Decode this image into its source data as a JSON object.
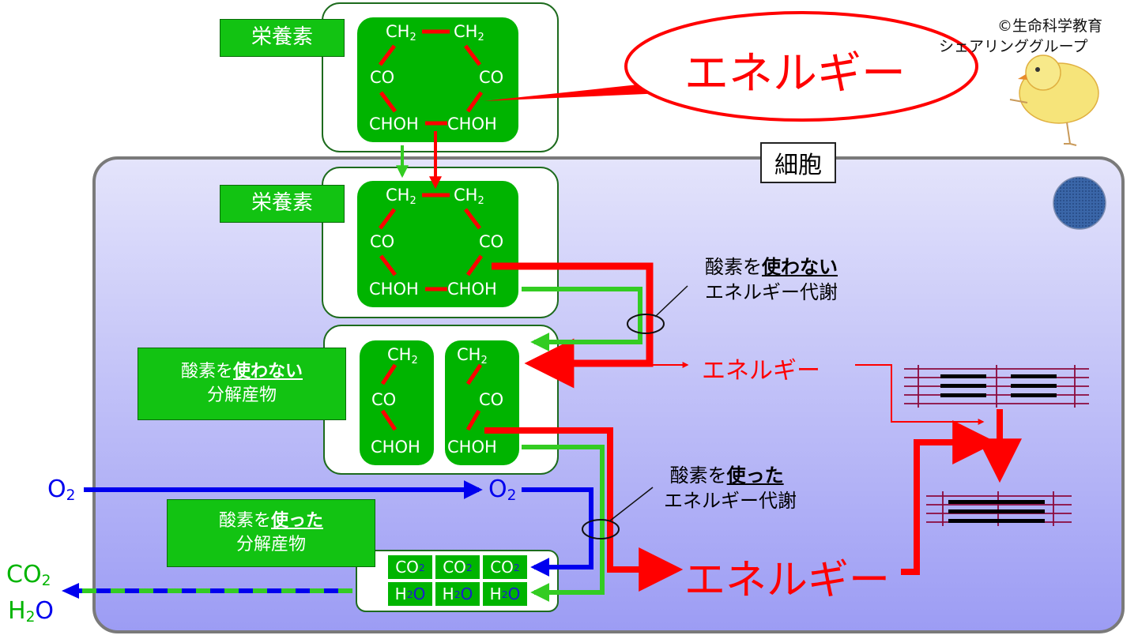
{
  "copyright": [
    "©生命科学教育",
    "シェアリンググループ"
  ],
  "cell_title": "細胞",
  "bubble_text": "エネルギー",
  "labels": {
    "nutrient_top": "栄養素",
    "nutrient_inside": "栄養素",
    "anaerobic_products": {
      "prefix": "酸素を",
      "emph": "使わない",
      "line2": "分解産物"
    },
    "aerobic_products": {
      "prefix": "酸素を",
      "emph": "使った",
      "line2": "分解産物"
    }
  },
  "metabolism_notes": {
    "anaerobic": {
      "prefix": "酸素を",
      "emph": "使わない",
      "line2": "エネルギー代謝"
    },
    "aerobic": {
      "prefix": "酸素を",
      "emph": "使った",
      "line2": "エネルギー代謝"
    }
  },
  "molecule": {
    "ch": "CH",
    "two": "2",
    "co": "CO",
    "choh": "CHOH"
  },
  "energy": {
    "small": "エネルギー",
    "large": "エネルギー"
  },
  "gases": {
    "o": "O",
    "two": "2",
    "c": "C",
    "h": "H"
  },
  "products": {
    "co2": "CO",
    "h2o_h": "H",
    "h2o_o": "O",
    "two": "2"
  },
  "outputs": {
    "co2": "CO",
    "h2o_h": "H",
    "h2o_o": "O",
    "two": "2"
  },
  "colors": {
    "green": "#00b400",
    "red": "#ff0000",
    "blue": "#0000ee",
    "cell_bg": "#b4b4ff",
    "muscle": "#8b0a3c"
  }
}
